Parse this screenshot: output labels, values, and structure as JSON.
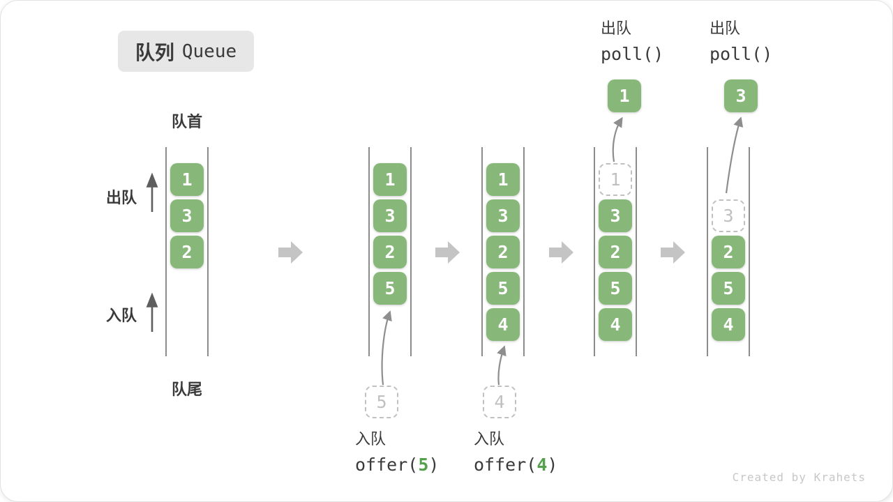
{
  "title": {
    "zh": "队列",
    "en": "Queue"
  },
  "side_labels": {
    "front": "队首",
    "rear": "队尾",
    "dequeue": "出队",
    "enqueue": "入队"
  },
  "queue_states": [
    {
      "cells": [
        {
          "slot": 0,
          "value": "1",
          "style": "solid"
        },
        {
          "slot": 1,
          "value": "3",
          "style": "solid"
        },
        {
          "slot": 2,
          "value": "2",
          "style": "solid"
        }
      ]
    },
    {
      "cells": [
        {
          "slot": 0,
          "value": "1",
          "style": "solid"
        },
        {
          "slot": 1,
          "value": "3",
          "style": "solid"
        },
        {
          "slot": 2,
          "value": "2",
          "style": "solid"
        },
        {
          "slot": 3,
          "value": "5",
          "style": "solid"
        }
      ],
      "pending": "5"
    },
    {
      "cells": [
        {
          "slot": 0,
          "value": "1",
          "style": "solid"
        },
        {
          "slot": 1,
          "value": "3",
          "style": "solid"
        },
        {
          "slot": 2,
          "value": "2",
          "style": "solid"
        },
        {
          "slot": 3,
          "value": "5",
          "style": "solid"
        },
        {
          "slot": 4,
          "value": "4",
          "style": "solid"
        }
      ],
      "pending": "4"
    },
    {
      "cells": [
        {
          "slot": 0,
          "value": "1",
          "style": "dashed"
        },
        {
          "slot": 1,
          "value": "3",
          "style": "solid"
        },
        {
          "slot": 2,
          "value": "2",
          "style": "solid"
        },
        {
          "slot": 3,
          "value": "5",
          "style": "solid"
        },
        {
          "slot": 4,
          "value": "4",
          "style": "solid"
        }
      ],
      "polled": "1"
    },
    {
      "cells": [
        {
          "slot": 1,
          "value": "3",
          "style": "dashed"
        },
        {
          "slot": 2,
          "value": "2",
          "style": "solid"
        },
        {
          "slot": 3,
          "value": "5",
          "style": "solid"
        },
        {
          "slot": 4,
          "value": "4",
          "style": "solid"
        }
      ],
      "polled": "3"
    }
  ],
  "operations": [
    {
      "label": "入队",
      "code_pre": "offer(",
      "code_arg": "5",
      "code_post": ")"
    },
    {
      "label": "入队",
      "code_pre": "offer(",
      "code_arg": "4",
      "code_post": ")"
    },
    {
      "label": "出队",
      "code_pre": "poll()",
      "code_arg": "",
      "code_post": ""
    },
    {
      "label": "出队",
      "code_pre": "poll()",
      "code_arg": "",
      "code_post": ""
    }
  ],
  "watermark": "Created by Krahets",
  "colors": {
    "cell_green": "#88b879",
    "code_arg_green": "#55a04a",
    "transition_arrow_gray": "#c4c4c4",
    "dashed_gray": "#c0c0c0",
    "column_line_gray": "#4f4f4f",
    "curve_arrow_gray": "#8e8e8e",
    "label_dark": "#3a3a3a",
    "badge_bg": "#e7e7e7"
  }
}
